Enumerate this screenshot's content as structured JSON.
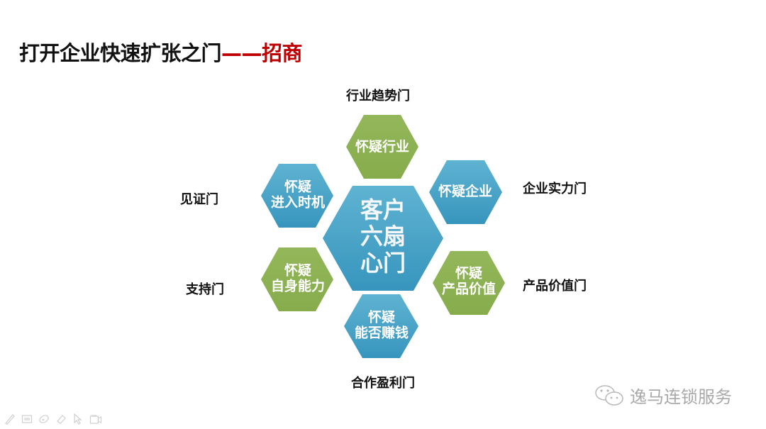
{
  "slide": {
    "title": {
      "main": "打开企业快速扩张之门",
      "dash": "——",
      "accent": "招商",
      "accent_color": "#c00000"
    },
    "center_hex": {
      "lines": [
        "客户",
        "六扇",
        "心门"
      ],
      "color": "#4aa3c6"
    },
    "hexes": [
      {
        "id": "top",
        "lines": [
          "怀疑行业"
        ],
        "color": "#8db153",
        "door": "行业趋势门"
      },
      {
        "id": "upper-right",
        "lines": [
          "怀疑企业"
        ],
        "color": "#4aa3c6",
        "door": "企业实力门"
      },
      {
        "id": "lower-right",
        "lines": [
          "怀疑",
          "产品价值"
        ],
        "color": "#8db153",
        "door": "产品价值门"
      },
      {
        "id": "bottom",
        "lines": [
          "怀疑",
          "能否赚钱"
        ],
        "color": "#4aa3c6",
        "door": "合作盈利门"
      },
      {
        "id": "lower-left",
        "lines": [
          "怀疑",
          "自身能力"
        ],
        "color": "#8db153",
        "door": "支持门"
      },
      {
        "id": "upper-left",
        "lines": [
          "怀疑",
          "进入时机"
        ],
        "color": "#4aa3c6",
        "door": "见证门"
      }
    ],
    "colors": {
      "blue": "#4aa3c6",
      "green": "#8db153",
      "text_dark": "#111111"
    }
  },
  "watermark": {
    "icon": "wechat-icon",
    "text": "逸马连锁服务"
  },
  "toolbar": {
    "icons": [
      "pen-icon",
      "slides-icon",
      "highlighter-icon",
      "eraser-icon",
      "pointer-icon",
      "camera-icon"
    ]
  }
}
